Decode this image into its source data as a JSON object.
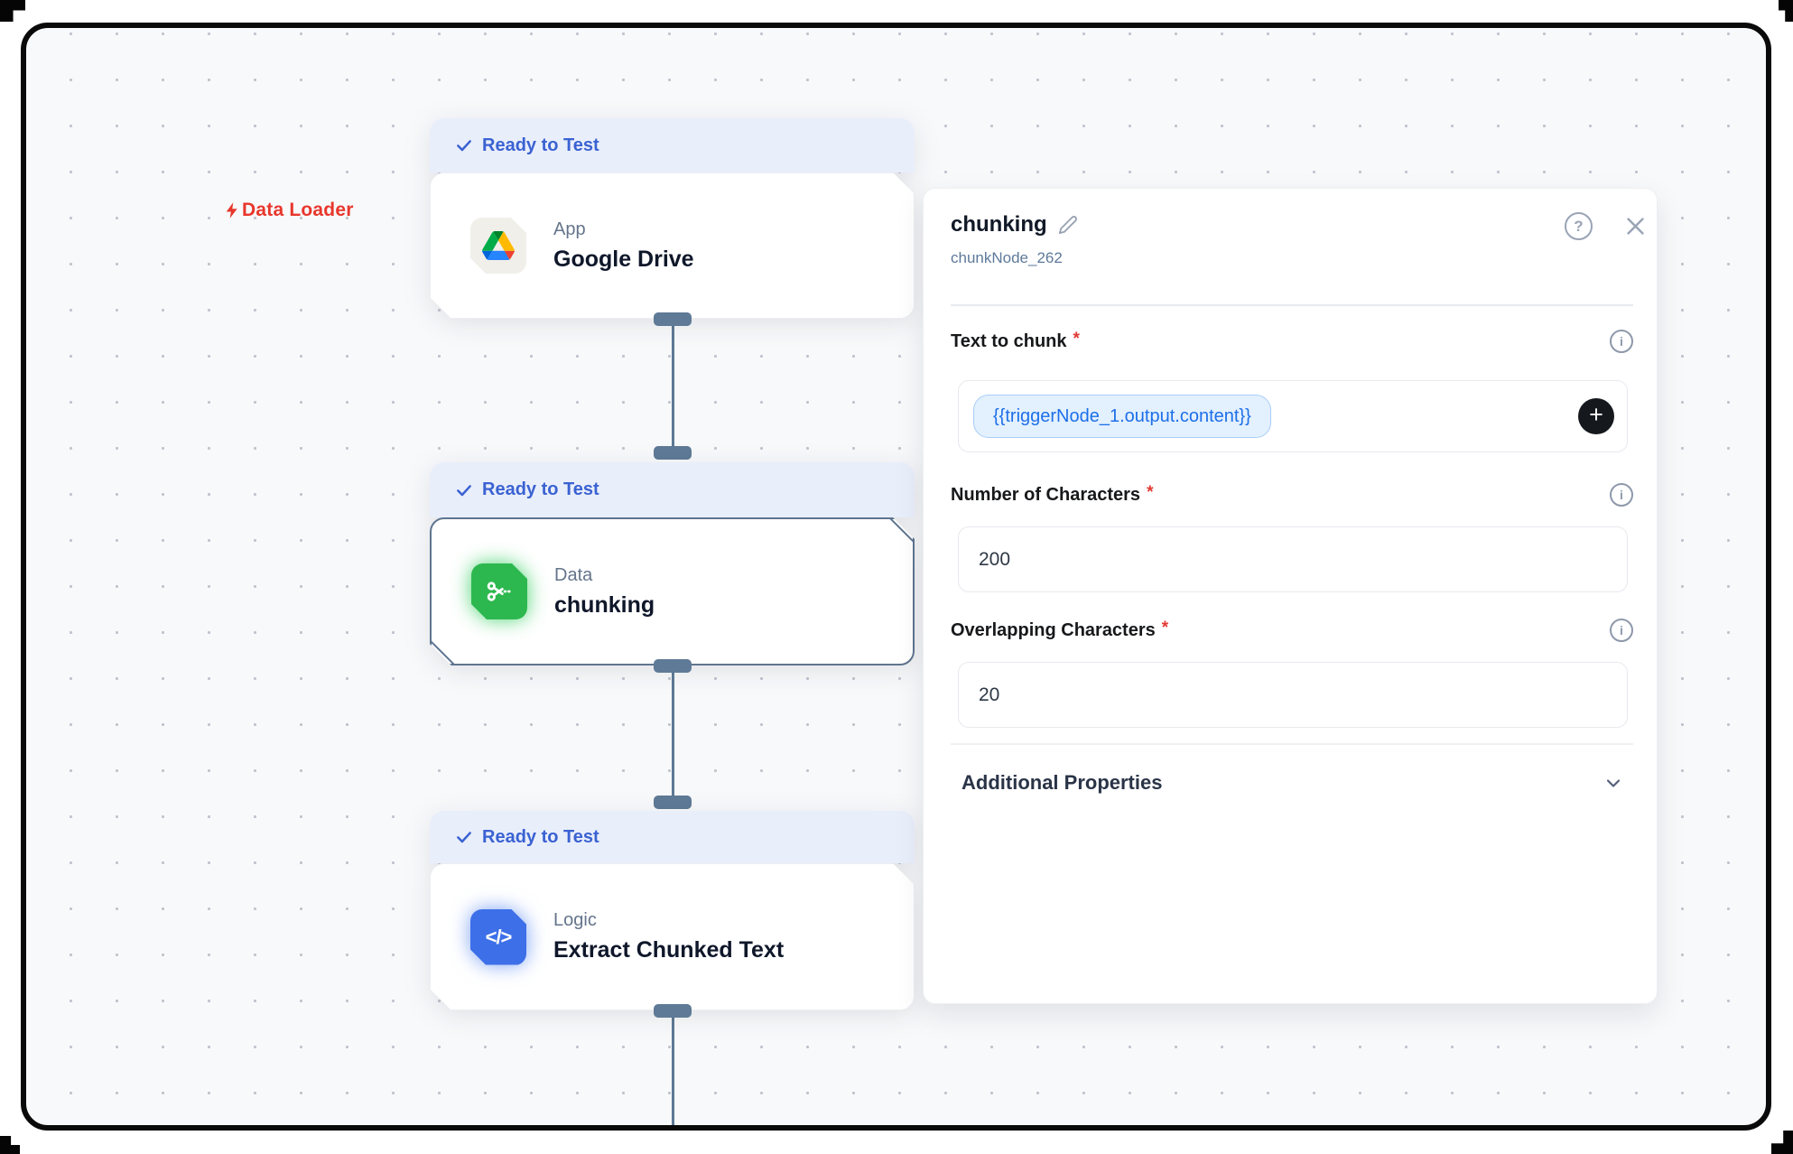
{
  "flow": {
    "group_label": "Data Loader",
    "nodes": [
      {
        "status": "Ready to Test",
        "category": "App",
        "title": "Google Drive"
      },
      {
        "status": "Ready to Test",
        "category": "Data",
        "title": "chunking"
      },
      {
        "status": "Ready to Test",
        "category": "Logic",
        "title": "Extract Chunked Text"
      }
    ]
  },
  "panel": {
    "title": "chunking",
    "node_id": "chunkNode_262",
    "fields": [
      {
        "label": "Text to chunk",
        "required_marker": "*",
        "value": "{{triggerNode_1.output.content}}"
      },
      {
        "label": "Number of Characters",
        "required_marker": "*",
        "value": "200"
      },
      {
        "label": "Overlapping Characters",
        "required_marker": "*",
        "value": "20"
      }
    ],
    "additional_properties": {
      "label": "Additional Properties"
    }
  },
  "icons": {
    "help_glyph": "?",
    "info_glyph": "i",
    "plus_glyph": "+",
    "code_glyph": "</>"
  },
  "colors": {
    "status_blue": "#3A62D2",
    "badge_bg": "#E9EEFB",
    "group_label_red": "#E8372C",
    "icon_green": "#2DB84F",
    "icon_blue": "#3D6FE8",
    "connector_slate": "#5E7A96",
    "pill_text_blue": "#1D6FE8",
    "pill_bg": "#E3F0FE"
  }
}
